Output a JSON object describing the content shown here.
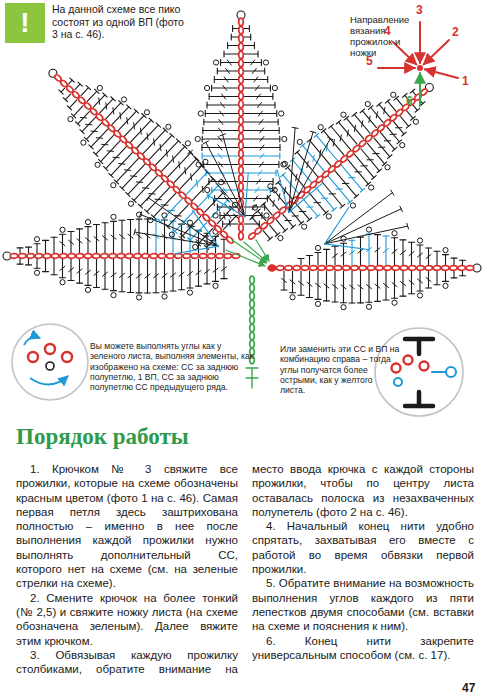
{
  "diagram": {
    "title": "Порядок работы",
    "nodes": [
      {
        "text": [
          "!"
        ]
      }
    ],
    "labels": [
      "На данной схеме все пико состоят из одной ВП (фото 3 на с. 46).",
      "Направление вязания прожилок и ножки",
      "3",
      "4",
      "2",
      "5",
      "1",
      "6",
      "Вы можете выполнять углы как у зеленого листа, выполняя элементы, как изображено на схеме: СС за заднюю полупетлю, 1 ВП, СС за заднюю полупетлю СС предыдущего ряда.",
      "Или заменить эти СС и ВП на комбинацию справа – тогда углы получатся более острыми, как у желтого листа.",
      "1. Крючком № 3 свяжите все прожилки, которые на схеме обозначены красным цветом (фото 1 на с. 46). Самая первая петля здесь заштрихована полностью – именно в нее после выполнения каждой прожилки нужно выполнять дополнительный СС, которого нет на схеме (см. на зеленые стрелки на схеме).",
      "2. Смените крючок на более тонкий (№ 2,5) и свяжите ножку листа (на схеме обозначена зеленым). Далее вяжите этим крючком.",
      "3. Обвязывая каждую прожилку столбиками, обратите внимание на место ввода крючка с каждой стороны прожилки, чтобы по центру листа оставалась полоска из незахваченных полупетель (фото 2 на с. 46).",
      "4. Начальный конец нити удобно спрятать, захватывая его вместе с работой во время обвязки первой прожилки.",
      "5. Обратите внимание на возможность выполнения углов каждого из пяти лепестков двумя способами (см. вставки на схеме и пояснения к ним).",
      "6. Конец нити закрепите универсальным способом (см. с. 17).",
      "47"
    ]
  }
}
